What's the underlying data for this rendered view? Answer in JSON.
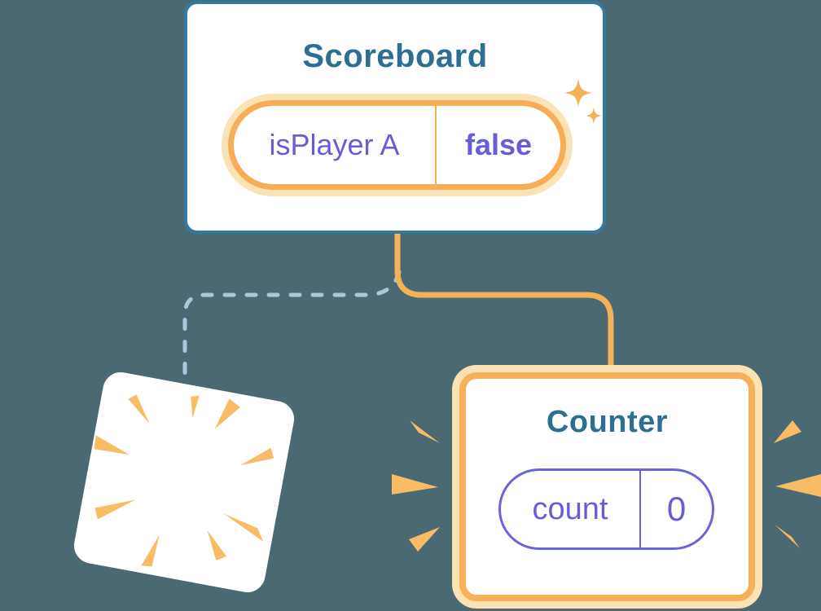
{
  "canvas": {
    "background_color": "#4A6972"
  },
  "scoreboard": {
    "title": "Scoreboard",
    "state_pill": {
      "label": "isPlayer A",
      "value": "false"
    }
  },
  "counter": {
    "title": "Counter",
    "state_pill": {
      "label": "count",
      "value": "0"
    }
  },
  "icons": {
    "sparkles": "4-point star sparkles marking updated state",
    "poof-burst": "orange burst wedges marking destroyed component",
    "emphasis-burst": "orange emphasis wedges around newly created component"
  },
  "colors": {
    "background": "#4A6972",
    "card_background": "#FFFFFF",
    "card_border_blue": "#3579A0",
    "title_blue": "#2D6E93",
    "state_purple": "#655ED8",
    "pill_border_purple": "#6A64D9",
    "accent_orange": "#F5B157",
    "pill_border_orange": "#F5AE57",
    "glow_orange": "#FBE2B4",
    "burst_orange": "#F8BC66",
    "dashed_line_blue": "#A9C7DE"
  }
}
